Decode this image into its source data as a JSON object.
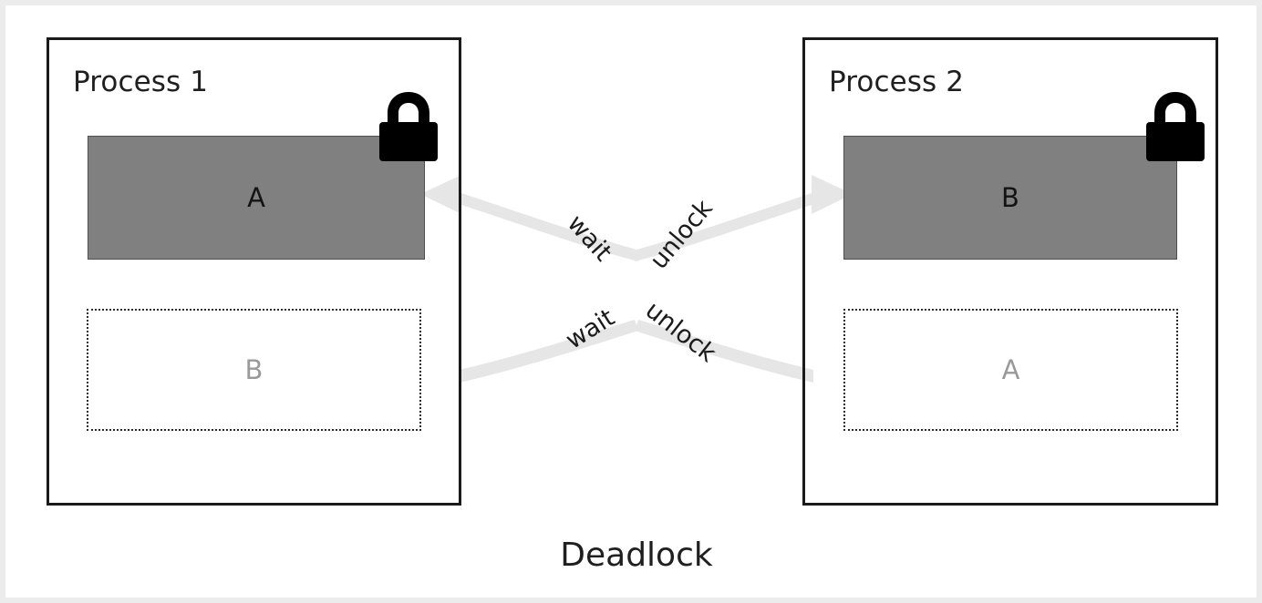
{
  "diagram": {
    "caption": "Deadlock",
    "background_color": "#ffffff",
    "frame_color": "#ececec",
    "held_resource_color": "#808080",
    "wanted_resource_text_color": "#9a9a9a",
    "arrow_color": "#e6e6e6",
    "outline_color": "#1a1a1a"
  },
  "processes": [
    {
      "title": "Process 1",
      "held_resource": {
        "label": "A",
        "state": "locked",
        "lock_icon": "padlock-icon"
      },
      "wanted_resource": {
        "label": "B",
        "state": "waiting"
      }
    },
    {
      "title": "Process 2",
      "held_resource": {
        "label": "B",
        "state": "locked",
        "lock_icon": "padlock-icon"
      },
      "wanted_resource": {
        "label": "A",
        "state": "waiting"
      }
    }
  ],
  "edges": [
    {
      "id": "top-wait",
      "label": "wait",
      "from": "process-2-held-B",
      "to": "process-1-held-A",
      "arrowhead": "left"
    },
    {
      "id": "top-unlock",
      "label": "unlock",
      "from": "process-1",
      "to": "process-2-held-B",
      "arrowhead": "right"
    },
    {
      "id": "bottom-wait",
      "label": "wait",
      "from": "process-1-wanted-B",
      "to": "process-2",
      "arrowhead": "none"
    },
    {
      "id": "bottom-unlock",
      "label": "unlock",
      "from": "process-2",
      "to": "process-1",
      "arrowhead": "none"
    }
  ]
}
